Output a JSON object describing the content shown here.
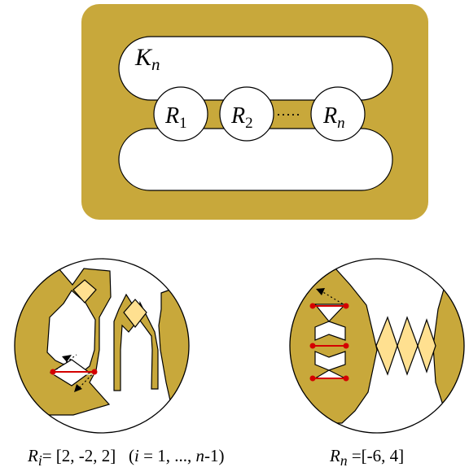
{
  "colors": {
    "fill": "#c8a83b",
    "diamond": "#ffe090",
    "stroke": "#000000",
    "dot": "#d40000",
    "chord": "#d40000",
    "background": "#ffffff"
  },
  "knot_label": "K",
  "knot_label_sub": "n",
  "regions": [
    {
      "main": "R",
      "sub": "1"
    },
    {
      "main": "R",
      "sub": "2"
    },
    {
      "main": "R",
      "sub": "n"
    }
  ],
  "dots": "·····",
  "captions": {
    "left": {
      "main": "R",
      "sub": "i",
      "formula": "= [2, -2, 2]",
      "condition_open": "(",
      "condition_var": "i",
      "condition_rest": " = 1, ..., ",
      "condition_n": "n",
      "condition_close": "-1)"
    },
    "right": {
      "main": "R",
      "sub": "n",
      "formula": " =[-6, 4]"
    }
  }
}
